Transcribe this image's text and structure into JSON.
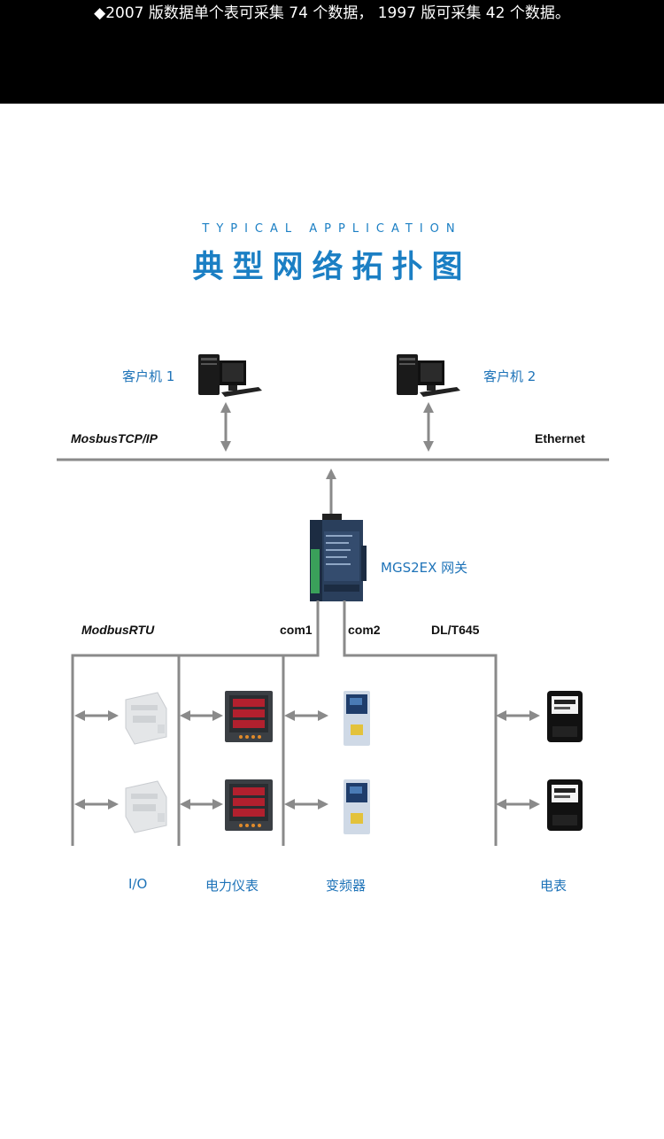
{
  "header": {
    "note": "◆2007 版数据单个表可采集 74 个数据， 1997 版可采集 42 个数据。"
  },
  "section": {
    "subtitle": "TYPICAL APPLICATION",
    "title": "典型网络拓扑图"
  },
  "network": {
    "client1": "客户机 1",
    "client2": "客户机 2",
    "protocol_left": "MosbusTCP/IP",
    "protocol_right": "Ethernet"
  },
  "gateway": {
    "label": "MGS2EX 网关"
  },
  "bus": {
    "protocol_left": "ModbusRTU",
    "port1": "com1",
    "port2": "com2",
    "protocol_right": "DL/T645"
  },
  "devices": {
    "io": "I/O",
    "meter": "电力仪表",
    "inverter": "变频器",
    "energy_meter": "电表"
  },
  "colors": {
    "line": "#8a8a8a",
    "accent": "#1b7fc4",
    "label_blue": "#1e73b8"
  }
}
